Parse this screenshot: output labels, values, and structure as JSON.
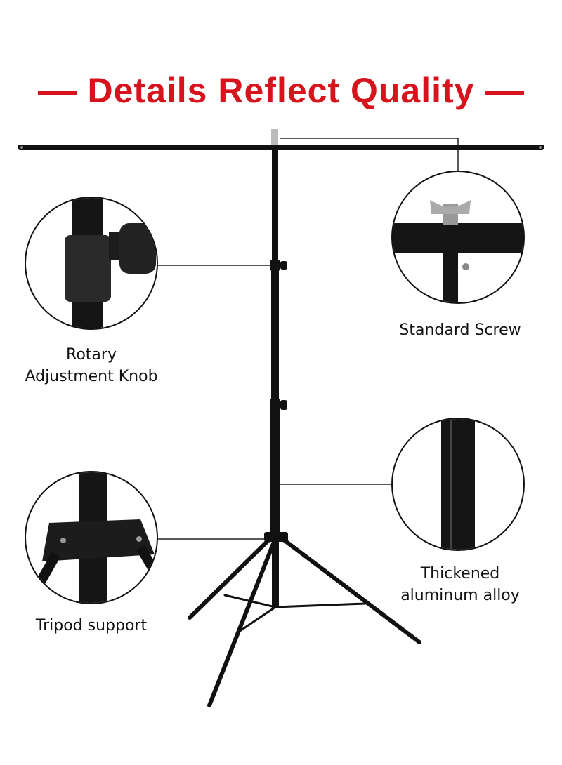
{
  "title": "Details Reflect Quality",
  "accent_color": "#d7141e",
  "callouts": [
    {
      "label_lines": [
        "Rotary",
        "Adjustment Knob"
      ]
    },
    {
      "label_lines": [
        "Standard Screw"
      ]
    },
    {
      "label_lines": [
        "Thickened",
        "aluminum alloy"
      ]
    },
    {
      "label_lines": [
        "Tripod support"
      ]
    }
  ]
}
